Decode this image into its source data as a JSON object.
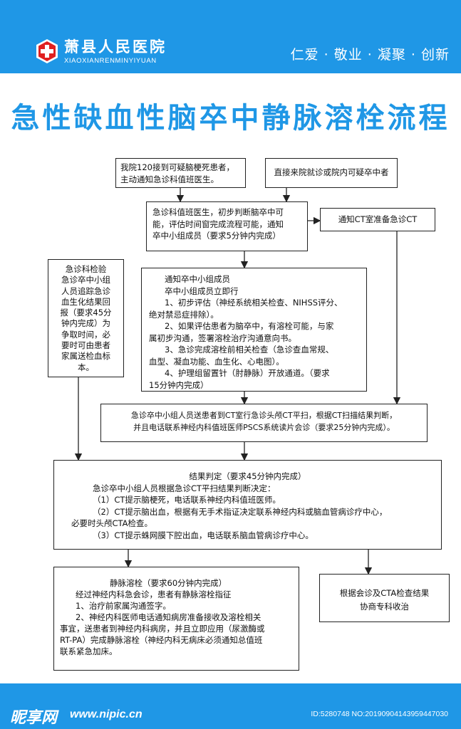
{
  "header": {
    "hospital_name": "萧县人民医院",
    "hospital_pinyin": "XIAOXIANRENMINYIYUAN",
    "slogan": "仁爱 · 敬业 · 凝聚 · 创新",
    "logo_icon": "red-cross-icon"
  },
  "title": "急性缺血性脑卒中静脉溶栓流程",
  "boxes": {
    "b120": [
      "我院120接到可疑脑梗死患者，",
      "主动通知急诊科值班医生。"
    ],
    "walkin": [
      "直接来院就诊或院内可疑卒中者"
    ],
    "doctor": [
      "急诊科值班医生，初步判断脑卒中可",
      "能，评估时间窗完成流程可能，通知",
      "卒中小组成员（要求5分钟内完成）"
    ],
    "ctnotice": [
      "通知CT室准备急诊CT"
    ],
    "lab": [
      "急诊科检验",
      "急诊卒中小组",
      "人员追踪急诊",
      "血生化结果回",
      "报（要求45分",
      "钟内完成）为",
      "争取时间，必",
      "要时可由患者",
      "家属送检血标",
      "本。"
    ],
    "team": [
      "通知卒中小组成员",
      "卒中小组成员立即行",
      "1、初步评估（神经系统相关检查、NIHSS评分、",
      "绝对禁忌症排除）。",
      "2、如果评估患者为脑卒中，有溶栓可能，与家",
      "属初步沟通，签署溶栓治疗沟通意向书。",
      "3、急诊完成溶栓前相关检查（急诊查血常规、",
      "血型、凝血功能、血生化、心电图）。",
      "4、护理组留置针（肘静脉）开放通道。（要求",
      "15分钟内完成）"
    ],
    "ctscan": [
      "急诊卒中小组人员送患者到CT室行急诊头颅CT平扫，根据CT扫描结果判断，",
      "并且电话联系神经内科值班医师PSCS系统读片会诊（要求25分钟内完成）。"
    ],
    "result": [
      "结果判定（要求45分钟内完成）",
      "急诊卒中小组人员根据急诊CT平扫结果判断决定：",
      "（1）CT提示脑梗死，电话联系神经内科值班医师。",
      "（2）CT提示脑出血，根据有无手术指证决定联系神经内科或脑血管病诊疗中心，",
      "必要时头颅CTA检查。",
      "（3）CT提示蛛网膜下腔出血，电话联系脑血管病诊疗中心。"
    ],
    "thrombolysis": [
      "静脉溶栓（要求60分钟内完成）",
      "经过神经内科急会诊，患者有静脉溶栓指征",
      "1、治疗前家属沟通签字。",
      "2、神经内科医师电话通知病房准备接收及溶栓相关",
      "事宜，送患者到神经内科病房，并且立即应用（尿激酶或",
      "RT-PA）完成静脉溶栓（神经内科无病床必须通知总值班",
      "联系紧急加床。"
    ],
    "cta": [
      "根据会诊及CTA检查结果",
      "协商专科收治"
    ]
  },
  "footer": {
    "site_logo": "昵享网",
    "url": "www.nipic.cn",
    "id_text": "ID:5280748 NO:20190904143959447030"
  },
  "colors": {
    "brand_blue": "#1f97e6",
    "logo_red": "#e02020"
  }
}
